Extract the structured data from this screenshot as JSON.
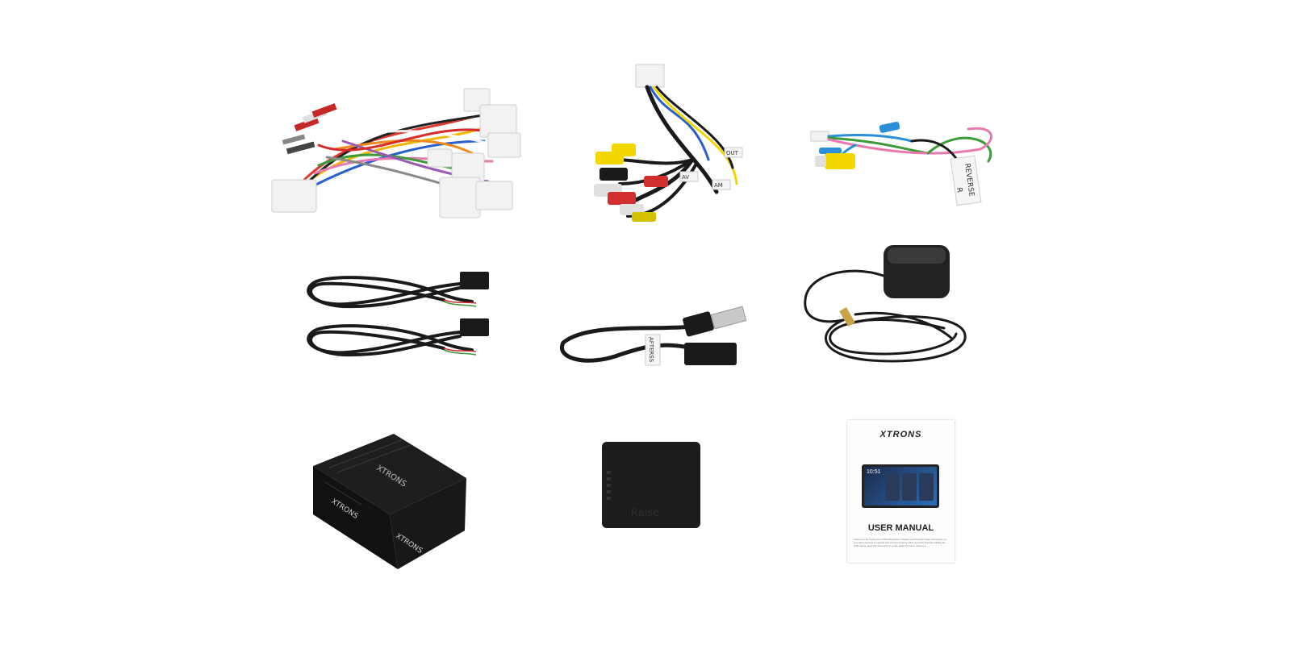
{
  "harness_main": {
    "label": ""
  },
  "rca_harness": {
    "tag_1": "AV",
    "tag_2": "OUT",
    "tag_3": "AM"
  },
  "camera_cable": {
    "tag_reverse": "REVERSE",
    "tag_rear": "R"
  },
  "usb_adapter": {
    "tag": "AFTERSS"
  },
  "box": {
    "logo_top": "XTRONS",
    "logo_side_1": "XTRONS",
    "logo_side_2": "XTRONS"
  },
  "module": {
    "emboss": "Raise"
  },
  "manual": {
    "brand": "XTRONS",
    "time": "10:51",
    "title": "USER MANUAL",
    "body": "Thank you for buying this XTRONS product. Please read through these instructions so you will know how to operate this product properly. After you have finished reading the instructions, keep this document in a safe place for future reference."
  },
  "colors": {
    "background": "#ffffff",
    "cable_black": "#1a1a1a",
    "connector_white": "#f2f2f2"
  }
}
